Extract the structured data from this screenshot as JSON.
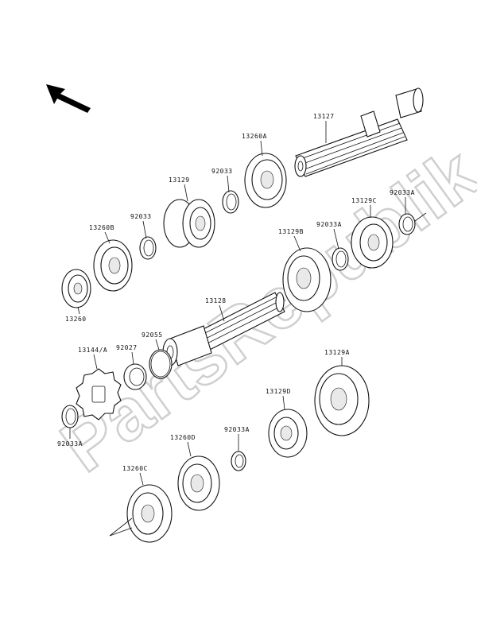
{
  "watermark": "PartsRepublik",
  "parts": [
    {
      "id": "p13127",
      "label": "13127"
    },
    {
      "id": "p13260A",
      "label": "13260A"
    },
    {
      "id": "p92033_top",
      "label": "92033"
    },
    {
      "id": "p13129",
      "label": "13129"
    },
    {
      "id": "p92033_mid",
      "label": "92033"
    },
    {
      "id": "p13260B",
      "label": "13260B"
    },
    {
      "id": "p13260",
      "label": "13260"
    },
    {
      "id": "p13129C",
      "label": "13129C"
    },
    {
      "id": "p92033A_right",
      "label": "92033A"
    },
    {
      "id": "p92033A_c",
      "label": "92033A"
    },
    {
      "id": "p13129B",
      "label": "13129B"
    },
    {
      "id": "p13128",
      "label": "13128"
    },
    {
      "id": "p92027",
      "label": "92027"
    },
    {
      "id": "p92055",
      "label": "92055"
    },
    {
      "id": "p13144A",
      "label": "13144/A"
    },
    {
      "id": "p92033A_left",
      "label": "92033A"
    },
    {
      "id": "p13129A",
      "label": "13129A"
    },
    {
      "id": "p13129D",
      "label": "13129D"
    },
    {
      "id": "p92033A_low",
      "label": "92033A"
    },
    {
      "id": "p13260D",
      "label": "13260D"
    },
    {
      "id": "p13260C",
      "label": "13260C"
    }
  ]
}
